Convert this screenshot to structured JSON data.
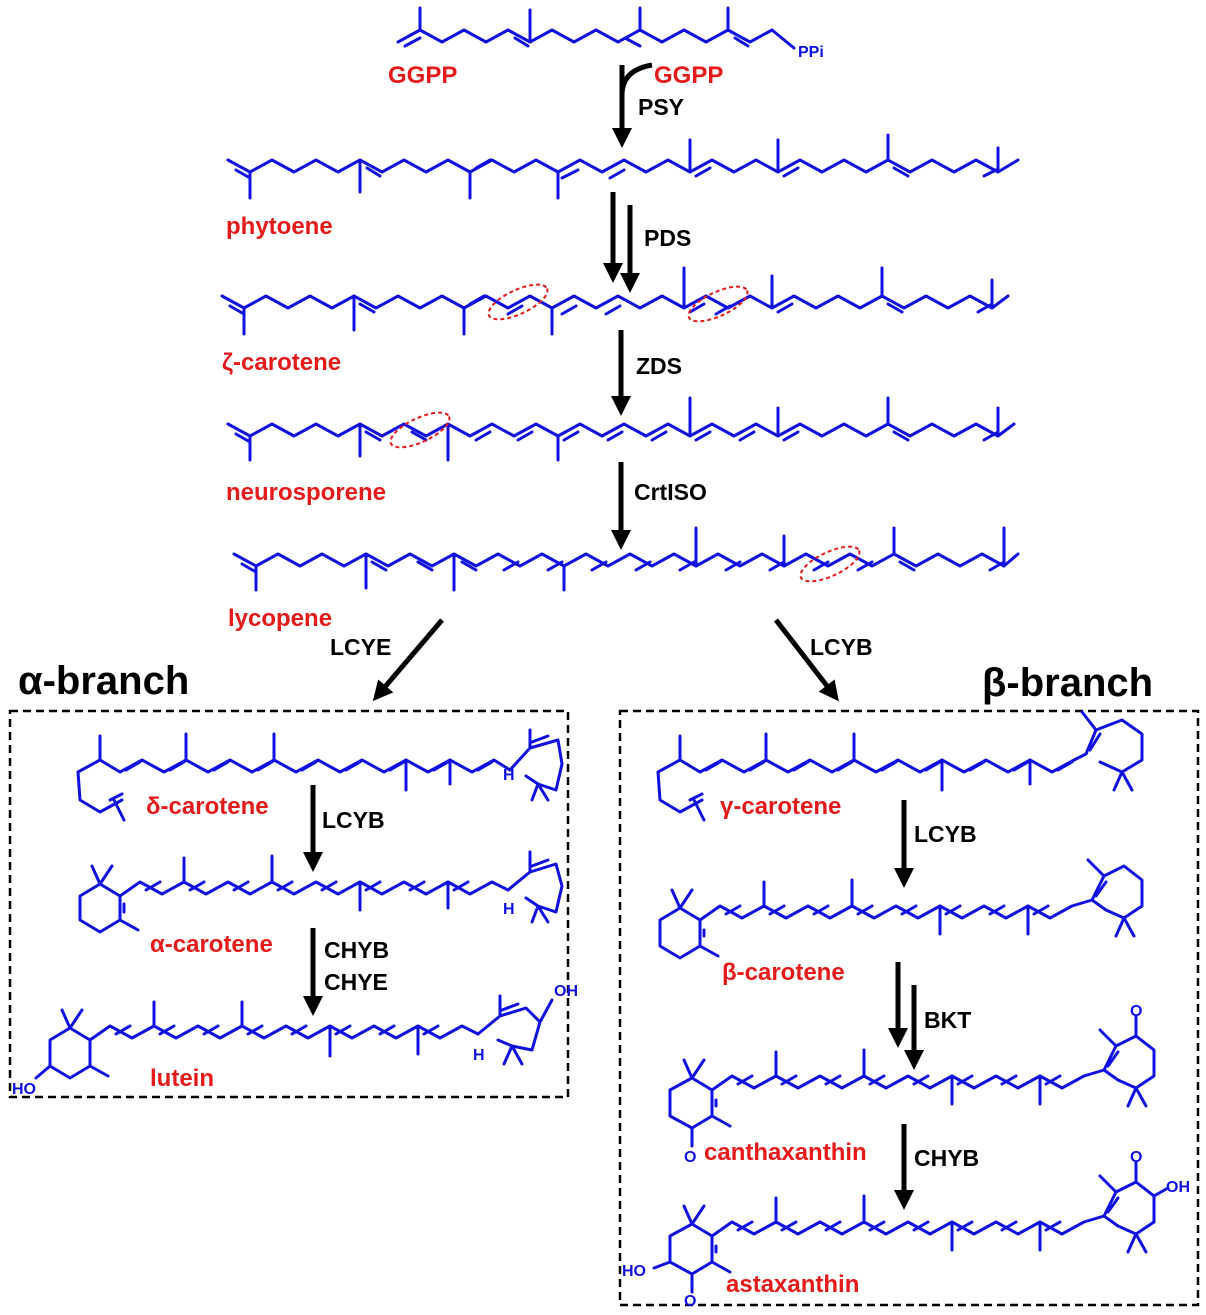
{
  "compounds": {
    "ggpp_left": "GGPP",
    "ggpp_right": "GGPP",
    "phytoene": "phytoene",
    "zeta_carotene": "ζ-carotene",
    "neurosporene": "neurosporene",
    "lycopene": "lycopene",
    "delta_carotene": "δ-carotene",
    "alpha_carotene": "α-carotene",
    "lutein": "lutein",
    "gamma_carotene": "γ-carotene",
    "beta_carotene": "β-carotene",
    "canthaxanthin": "canthaxanthin",
    "astaxanthin": "astaxanthin"
  },
  "enzymes": {
    "psy": "PSY",
    "pds": "PDS",
    "zds": "ZDS",
    "crtiso": "CrtISO",
    "lcye": "LCYE",
    "lcyb_main": "LCYB",
    "lcyb_alpha": "LCYB",
    "chyb_alpha": "CHYB",
    "chye": "CHYE",
    "lcyb_beta": "LCYB",
    "bkt": "BKT",
    "chyb_beta": "CHYB"
  },
  "branches": {
    "alpha": "α-branch",
    "beta": "β-branch"
  },
  "atoms": {
    "ppi": "PPi",
    "oh": "OH",
    "ho": "HO",
    "o": "O",
    "h": "H"
  },
  "colors": {
    "structure": "#1010e0",
    "compound_label": "#e51a1a",
    "enzyme_label": "#000000"
  }
}
